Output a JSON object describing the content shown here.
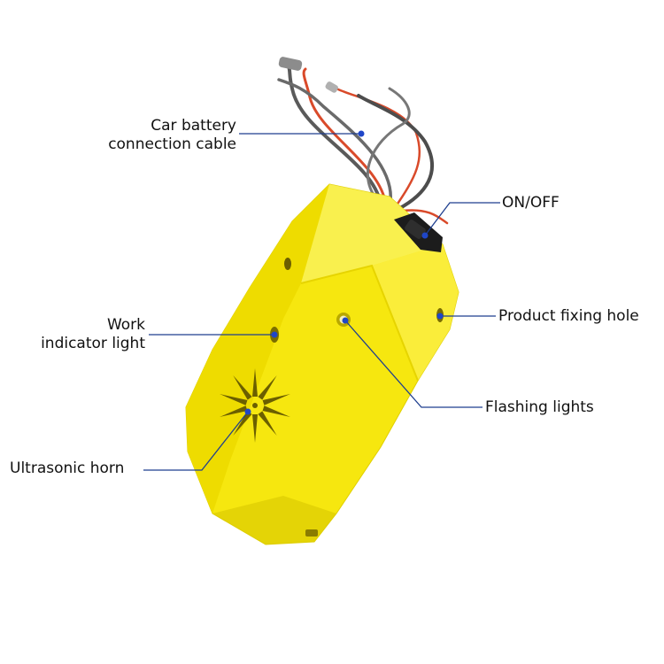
{
  "colors": {
    "device_body": "#f6e70f",
    "device_shadow": "#d9c800",
    "device_highlight": "#fbf36a",
    "leader_line": "#1f3f8f",
    "leader_dot": "#1f46c8",
    "label_text": "#111111",
    "switch": "#1c1c1c",
    "wire_red": "#d94a2a",
    "wire_grey": "#5a5a5a"
  },
  "callouts": {
    "cable": {
      "line1": "Car battery",
      "line2": "connection cable"
    },
    "onoff": {
      "text": "ON/OFF"
    },
    "fixing_hole": {
      "text": "Product fixing hole"
    },
    "work_light": {
      "line1": "Work",
      "line2": "indicator light"
    },
    "flashing": {
      "text": "Flashing lights"
    },
    "horn": {
      "text": "Ultrasonic horn"
    }
  },
  "icons": {
    "horn_grille": "starburst-grille-icon",
    "switch": "rocker-switch-icon"
  }
}
